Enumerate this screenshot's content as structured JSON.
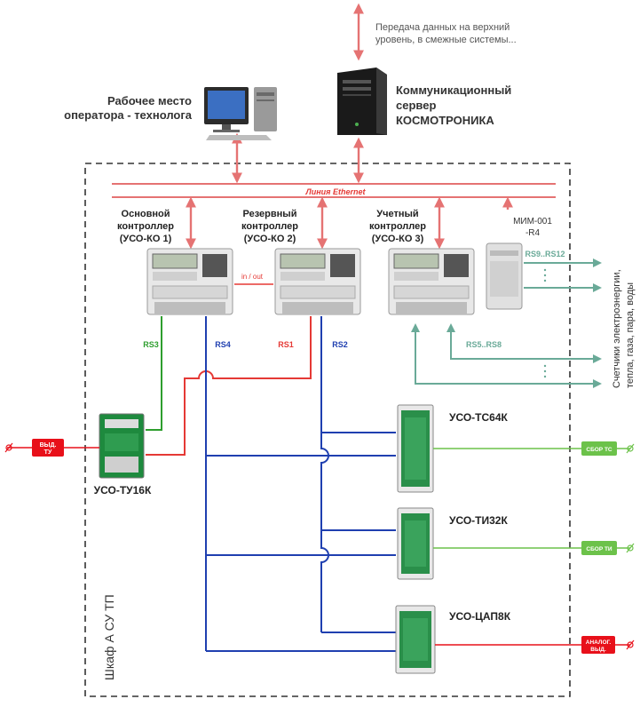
{
  "top_note": {
    "line1": "Передача данных на верхний",
    "line2": "уровень, в смежные системы..."
  },
  "operator": {
    "line1": "Рабочее место",
    "line2": "оператора - технолога"
  },
  "server": {
    "line1": "Коммуникационный",
    "line2": "сервер",
    "line3": "КОСМОТРОНИКА"
  },
  "ethernet_label": "Линия Ethernet",
  "controllers": [
    {
      "line1": "Основной",
      "line2": "контроллер",
      "line3": "(УСО-КО 1)"
    },
    {
      "line1": "Резервный",
      "line2": "контроллер",
      "line3": "(УСО-КО 2)"
    },
    {
      "line1": "Учетный",
      "line2": "контроллер",
      "line3": "(УСО-КО 3)"
    }
  ],
  "mim": {
    "line1": "МИМ-001",
    "line2": "-R4"
  },
  "in_out": "in / out",
  "ports": {
    "rs3": "RS3",
    "rs4": "RS4",
    "rs1": "RS1",
    "rs2": "RS2",
    "rs5_8": "RS5..RS8",
    "rs9_12": "RS9..RS12"
  },
  "meters": {
    "line1": "Счетчики электроэнергии,",
    "line2": "тепла, газа, пара, воды"
  },
  "modules": {
    "tu16k": "УСО-ТУ16К",
    "tc64k": "УСО-ТС64К",
    "ti32k": "УСО-ТИ32К",
    "cap8k": "УСО-ЦАП8К"
  },
  "signals": {
    "vyd_tu": {
      "line1": "ВЫД.",
      "line2": "ТУ"
    },
    "sbor_tc": "СБОР ТС",
    "sbor_ti": "СБОР ТИ",
    "analog": {
      "line1": "АНАЛОГ.",
      "line2": "ВЫД."
    }
  },
  "cabinet_label": "Шкаф А СУ ТП",
  "colors": {
    "red": "#e53935",
    "pink_arrow": "#e57373",
    "green": "#2e9e2e",
    "blue": "#1f3fb0",
    "teal": "#6aaa98",
    "signal_red": "#e8101a",
    "signal_green": "#6cc24a",
    "dashed": "#333333"
  }
}
